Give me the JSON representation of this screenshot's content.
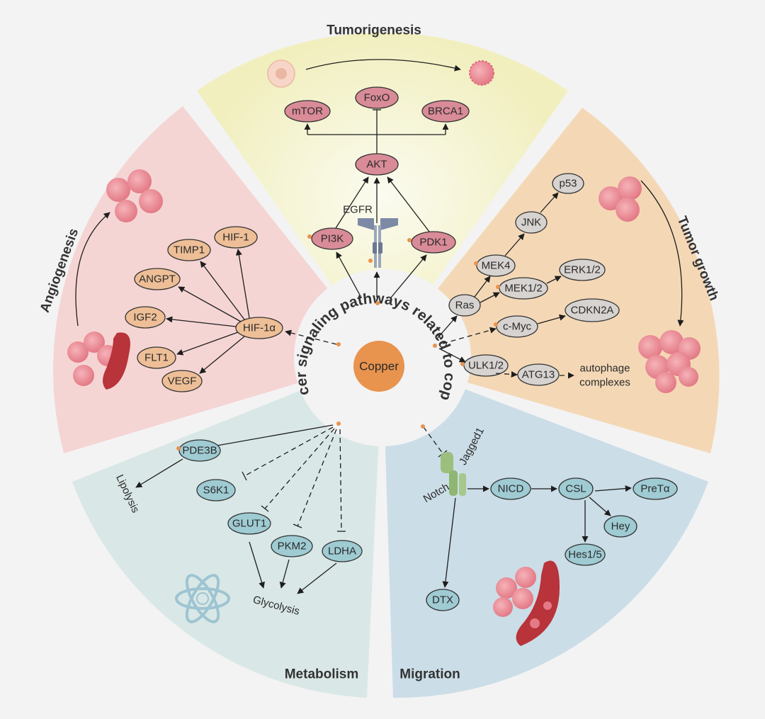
{
  "center": {
    "title": "Copper",
    "ring_text": "Cancer signaling pathways related to copper"
  },
  "colors": {
    "background": "#f3f3f3",
    "tumorigenesis_sector": "#f1efbf",
    "tumor_growth_sector": "#f4d6b2",
    "migration_sector": "#c9dbe6",
    "metabolism_sector": "#d7e6e6",
    "angiogenesis_sector": "#f5d3d3",
    "red_node": "#d98b98",
    "orange_node": "#eebf97",
    "gray_node": "#d6d3d0",
    "teal_node": "#9fcbd3",
    "copper": "#e8934e",
    "cell": "#e9848f"
  },
  "sectors": {
    "tumorigenesis": {
      "title": "Tumorigenesis",
      "nodes": {
        "mtor": "mTOR",
        "foxo": "FoxO",
        "brca1": "BRCA1",
        "akt": "AKT",
        "pi3k": "PI3K",
        "pdk1": "PDK1"
      },
      "receptor_label": "EGFR"
    },
    "tumor_growth": {
      "title": "Tumor growth",
      "nodes": {
        "p53": "p53",
        "jnk": "JNK",
        "mek4": "MEK4",
        "erk12": "ERK1/2",
        "mek12": "MEK1/2",
        "ras": "Ras",
        "cdkn2a": "CDKN2A",
        "cmyc": "c-Myc",
        "ulk12": "ULK1/2",
        "atg13": "ATG13"
      },
      "autophage_line1": "autophage",
      "autophage_line2": "complexes"
    },
    "migration": {
      "title": "Migration",
      "nodes": {
        "nicd": "NICD",
        "csl": "CSL",
        "pretalpha": "PreTα",
        "hey": "Hey",
        "hes15": "Hes1/5",
        "dtx": "DTX"
      },
      "jagged_label": "Jagged1",
      "notch_label": "Notch"
    },
    "metabolism": {
      "title": "Metabolism",
      "nodes": {
        "pde3b": "PDE3B",
        "s6k1": "S6K1",
        "glut1": "GLUT1",
        "pkm2": "PKM2",
        "ldha": "LDHA"
      },
      "lipolysis_label": "Lipolysis",
      "glycolysis_label": "Glycolysis"
    },
    "angiogenesis": {
      "title": "Angiogenesis",
      "nodes": {
        "hif1": "HIF-1",
        "timp1": "TIMP1",
        "angpt": "ANGPT",
        "igf2": "IGF2",
        "hif1a": "HIF-1α",
        "flt1": "FLT1",
        "vegf": "VEGF"
      }
    }
  }
}
